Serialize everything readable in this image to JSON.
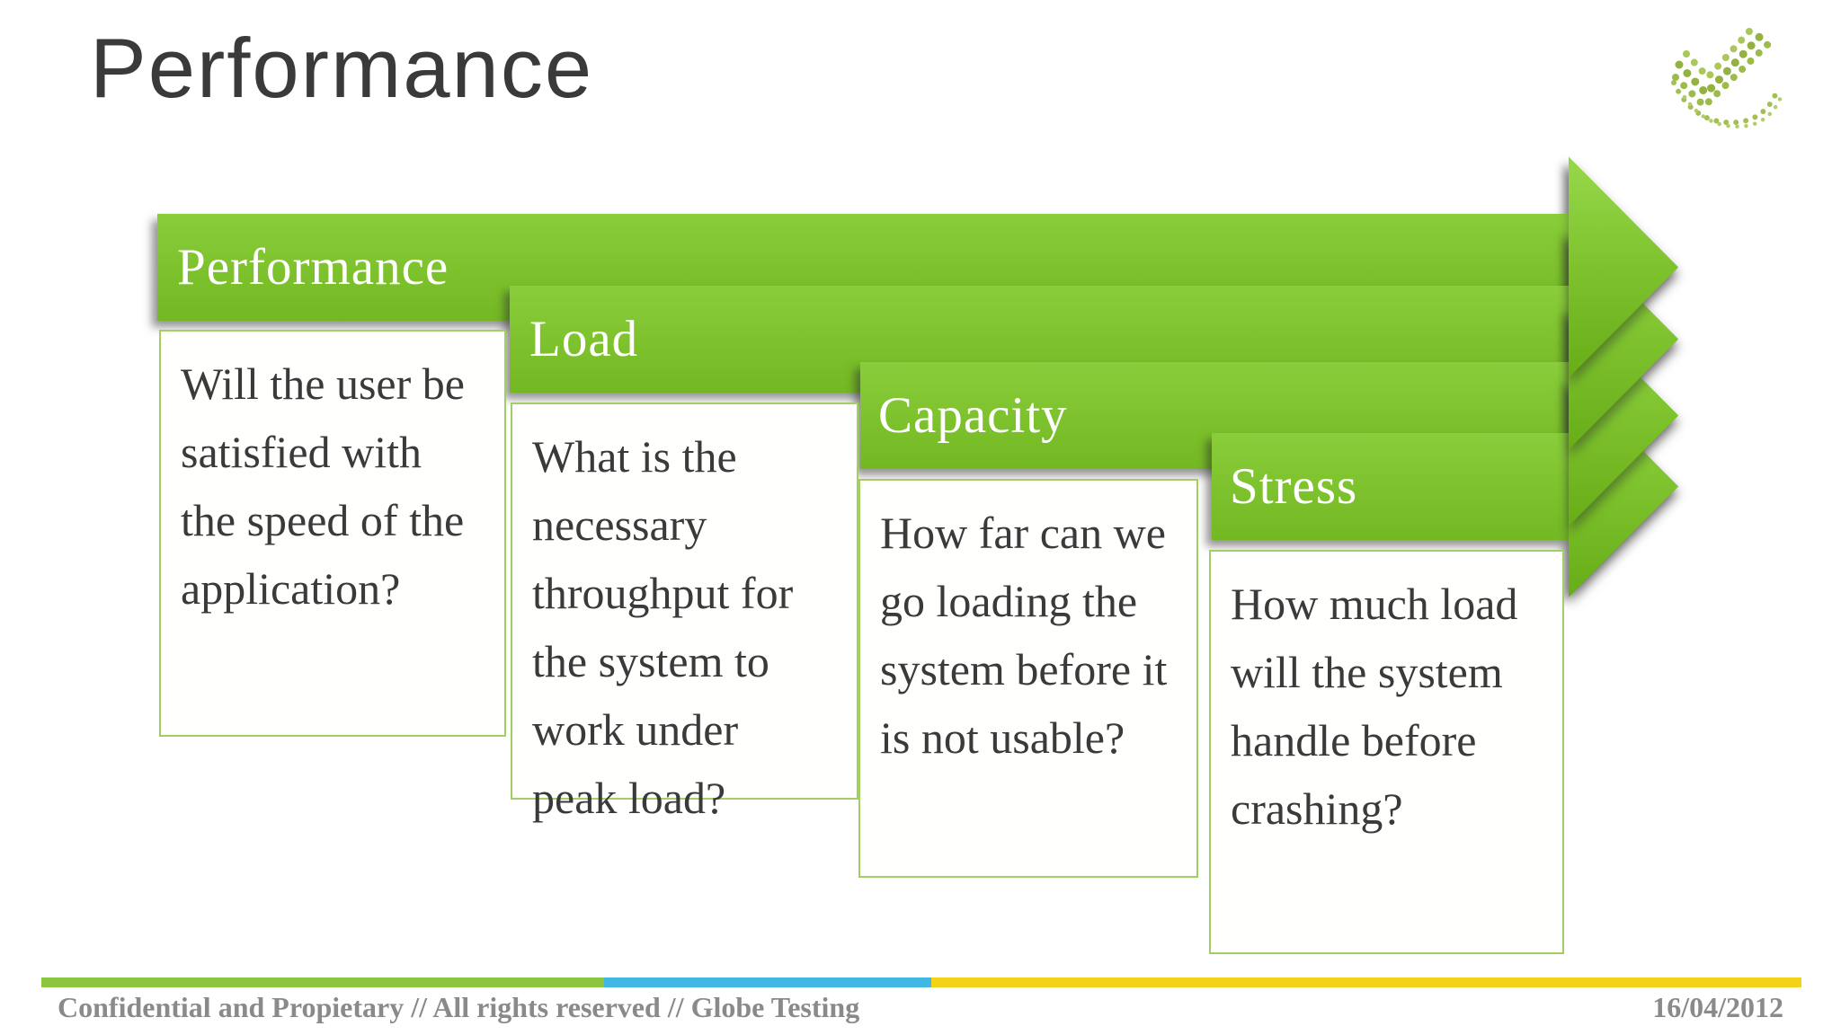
{
  "slide": {
    "title": "Performance"
  },
  "logo": {
    "name": "globe-testing-dotted-swoosh-logo"
  },
  "diagram": {
    "type": "staircase-process-arrows",
    "items": [
      {
        "label": "Performance",
        "question": "Will the user be satisfied with the speed of the application?"
      },
      {
        "label": "Load",
        "question": "What is the necessary throughput for the system to work under peak load?"
      },
      {
        "label": "Capacity",
        "question": "How far can we go loading the system before it is not usable?"
      },
      {
        "label": "Stress",
        "question": "How much load will the system handle before crashing?"
      }
    ]
  },
  "footer": {
    "left_text": "Confidential and Propietary // All rights reserved // Globe Testing",
    "date": "16/04/2012"
  },
  "colors": {
    "arrow_green_light": "#97d84a",
    "arrow_green_dark": "#67ad17",
    "box_border_green": "#a2cf63",
    "banner_text": "#ffffff",
    "title_text": "#3a3a3a",
    "body_text": "#3a3a3a",
    "footer_text_gray": "#8a8a8a",
    "footer_bar_green": "#8cc540",
    "footer_bar_blue": "#3fb9e4",
    "footer_bar_yellow": "#f3d318"
  }
}
